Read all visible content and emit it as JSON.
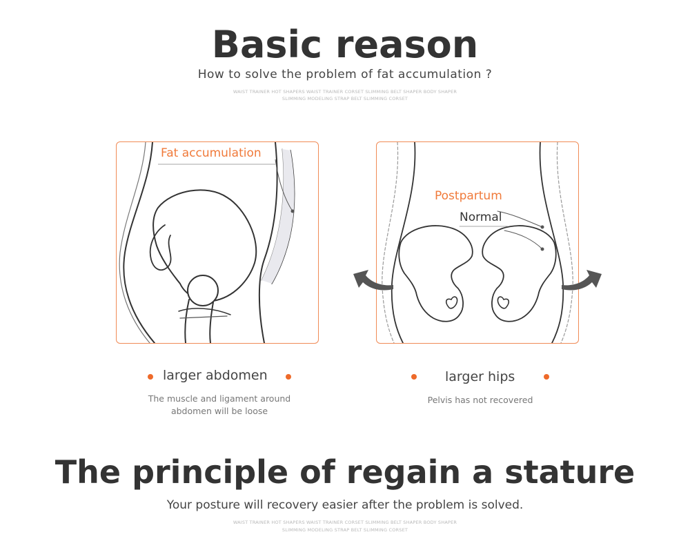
{
  "header": {
    "title": "Basic reason",
    "subtitle": "How to solve the problem of fat accumulation ?",
    "tags_line1": "WAIST TRAINER HOT SHAPERS WAIST TRAINER CORSET SLIMMING BELT SHAPER BODY SHAPER",
    "tags_line2": "SLIMMING MODELING STRAP BELT SLIMMING CORSET"
  },
  "left_panel": {
    "label": "Fat accumulation",
    "caption": "larger abdomen",
    "desc_line1": "The muscle and ligament around",
    "desc_line2": "abdomen will be loose"
  },
  "right_panel": {
    "label_postpartum": "Postpartum",
    "label_normal": "Normal",
    "caption": "larger hips",
    "desc": "Pelvis has not recovered"
  },
  "footer": {
    "title": "The principle of regain a stature",
    "subtitle": "Your posture will recovery easier after the problem is solved.",
    "tags_line1": "WAIST TRAINER HOT SHAPERS WAIST TRAINER CORSET SLIMMING BELT SHAPER BODY SHAPER",
    "tags_line2": "SLIMMING MODELING STRAP BELT SLIMMING CORSET"
  },
  "colors": {
    "accent": "#f07a3a",
    "border": "#f08a55",
    "heading": "#333333"
  }
}
